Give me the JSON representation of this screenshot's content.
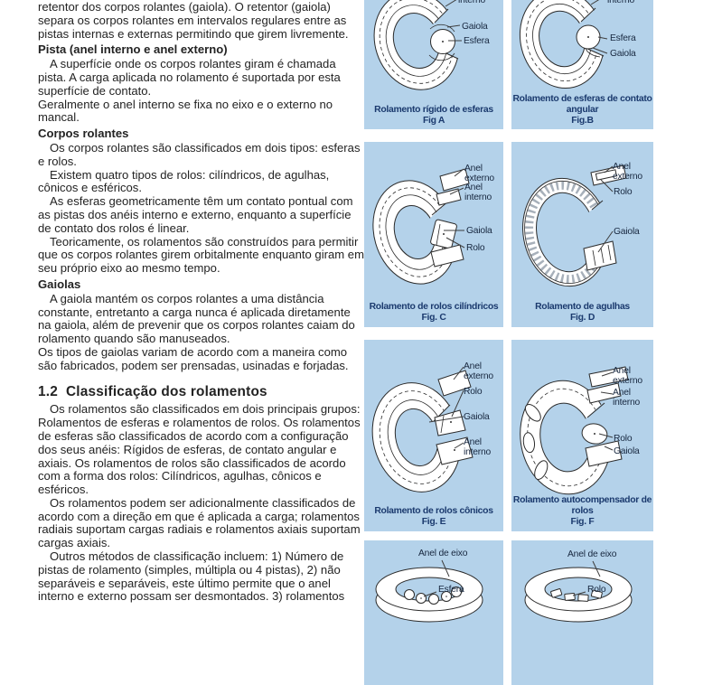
{
  "colors": {
    "panel_background": "#b4d2ea",
    "caption_text": "#1b3a6e",
    "body_text": "#232323",
    "label_text": "#17273f"
  },
  "text_blocks": [
    {
      "type": "p",
      "text": "retentor dos corpos rolantes (gaiola). O retentor (gaiola) separa os corpos rolantes em intervalos regulares entre as pistas internas e externas permitindo que girem livremente."
    },
    {
      "type": "h",
      "text": "Pista (anel interno e anel externo)"
    },
    {
      "type": "pi",
      "text": "A superfície onde os corpos rolantes giram é chamada pista. A carga aplicada no rolamento é suportada por esta superfície de contato."
    },
    {
      "type": "p",
      "text": "Geralmente o anel interno se fixa no eixo e o externo no mancal."
    },
    {
      "type": "h",
      "text": "Corpos rolantes"
    },
    {
      "type": "pi",
      "text": "Os corpos rolantes são classificados em dois tipos: esferas e rolos."
    },
    {
      "type": "pi",
      "text": "Existem quatro tipos de rolos: cilíndricos, de agulhas, cônicos e esféricos."
    },
    {
      "type": "pi",
      "text": "As esferas geometricamente têm um contato pontual com as pistas dos anéis interno e externo, enquanto a superfície de contato dos rolos é linear."
    },
    {
      "type": "pi",
      "text": "Teoricamente, os rolamentos são construídos para permitir que os corpos rolantes girem orbitalmente enquanto giram em seu próprio eixo ao mesmo tempo."
    },
    {
      "type": "h",
      "text": "Gaiolas"
    },
    {
      "type": "pi",
      "text": "A gaiola mantém os corpos rolantes a uma distância constante, entretanto a carga nunca é aplicada diretamente na gaiola, além de prevenir que os corpos rolantes caiam do rolamento quando são manuseados."
    },
    {
      "type": "p",
      "text": "Os tipos de gaiolas variam de acordo com a maneira como são fabricados, podem ser prensadas, usinadas e forjadas."
    },
    {
      "type": "s",
      "text": "1.2  Classificação dos rolamentos"
    },
    {
      "type": "pi",
      "text": "Os rolamentos são classificados em dois principais grupos: Rolamentos de esferas e rolamentos de rolos. Os rolamentos de esferas são classificados de acordo com a configuração dos seus anéis: Rígidos de esferas, de contato angular e axiais. Os rolamentos de rolos são classificados de acordo com a forma dos rolos: Cilíndricos, agulhas, cônicos e esféricos."
    },
    {
      "type": "pi",
      "text": "Os rolamentos podem ser adicionalmente classificados de acordo com a direção em que é aplicada a carga; rolamentos radiais suportam cargas radiais e rolamentos axiais suportam cargas axiais."
    },
    {
      "type": "pi",
      "text": "Outros métodos de classificação incluem: 1) Número de pistas de rolamento (simples, múltipla ou 4 pistas), 2) não separáveis e separáveis, este último permite que o anel interno e externo possam ser desmontados. 3) rolamentos"
    }
  ],
  "figures": [
    {
      "caption": "Rolamento rígido de esferas",
      "fig": "Fig A",
      "labels": [
        "interno",
        "Gaiola",
        "Esfera"
      ]
    },
    {
      "caption": "Rolamento de esferas de contato angular",
      "fig": "Fig.B",
      "labels": [
        "interno",
        "Esfera",
        "Gaiola"
      ]
    },
    {
      "caption": "Rolamento de rolos cilíndricos",
      "fig": "Fig. C",
      "labels": [
        "Anel externo",
        "Anel interno",
        "Gaiola",
        "Rolo"
      ]
    },
    {
      "caption": "Rolamento de agulhas",
      "fig": "Fig. D",
      "labels": [
        "Anel externo",
        "Rolo",
        "Gaiola"
      ]
    },
    {
      "caption": "Rolamento de rolos cônicos",
      "fig": "Fig. E",
      "labels": [
        "Anel externo",
        "Rolo",
        "Gaiola",
        "Anel interno"
      ]
    },
    {
      "caption": "Rolamento autocompensador de rolos",
      "fig": "Fig. F",
      "labels": [
        "Anel externo",
        "Anel interno",
        "Rolo",
        "Gaiola"
      ]
    },
    {
      "caption": "",
      "fig": "",
      "labels": [
        "Anel de eixo",
        "Esfera"
      ]
    },
    {
      "caption": "",
      "fig": "",
      "labels": [
        "Anel de eixo",
        "Rolo"
      ]
    }
  ]
}
